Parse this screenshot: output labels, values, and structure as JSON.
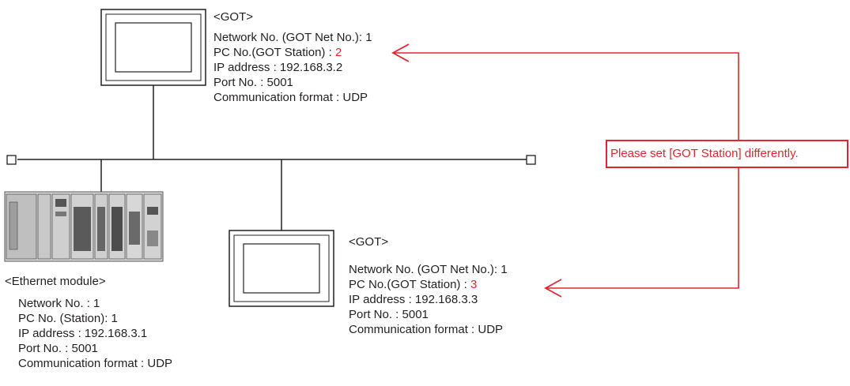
{
  "colors": {
    "accent_red": "#e0262e",
    "line": "#231f20"
  },
  "got1": {
    "title": "<GOT>",
    "network_no": "Network No. (GOT Net No.): 1",
    "pc_no_prefix": "PC No.(GOT Station) : ",
    "pc_no_value": "2",
    "ip": "IP address : 192.168.3.2",
    "port": "Port No. : 5001",
    "format": "Communication format : UDP"
  },
  "got2": {
    "title": "<GOT>",
    "network_no": "Network No. (GOT Net No.): 1",
    "pc_no_prefix": "PC No.(GOT Station) : ",
    "pc_no_value": "3",
    "ip": "IP address : 192.168.3.3",
    "port": "Port No. : 5001",
    "format": "Communication format : UDP"
  },
  "ethernet_module": {
    "title": "<Ethernet module>",
    "network_no": "Network No. : 1",
    "pc_no": "PC No. (Station): 1",
    "ip": "IP address : 192.168.3.1",
    "port": "Port No. : 5001",
    "format": "Communication format : UDP"
  },
  "note": {
    "text": "Please set [GOT Station] differently."
  },
  "icons": [
    "got-panel-icon",
    "plc-rack-icon",
    "terminator-icon",
    "arrowhead-icon"
  ]
}
